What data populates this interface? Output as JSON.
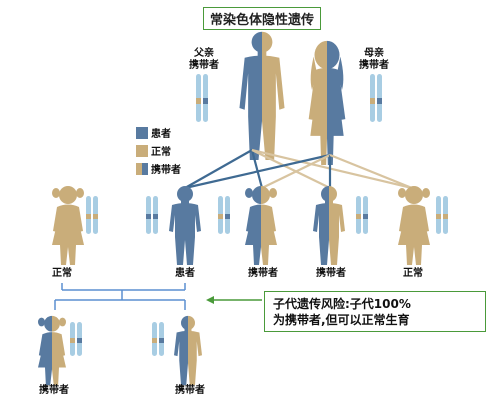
{
  "title": "常染色体隐性遗传",
  "parents": {
    "father": {
      "label_line1": "父亲",
      "label_line2": "携带者"
    },
    "mother": {
      "label_line1": "母亲",
      "label_line2": "携带者"
    }
  },
  "legend": [
    {
      "label": "患者",
      "color": "#587aa0"
    },
    {
      "label": "正常",
      "color": "#c9ad7a"
    },
    {
      "label": "携带者",
      "color": "#c9ad7a|#587aa0"
    }
  ],
  "children": [
    {
      "label": "正常",
      "status": "normal"
    },
    {
      "label": "患者",
      "status": "affected"
    },
    {
      "label": "携带者",
      "status": "carrier"
    },
    {
      "label": "携带者",
      "status": "carrier"
    },
    {
      "label": "正常",
      "status": "normal"
    }
  ],
  "grandchildren": [
    {
      "label": "携带者",
      "status": "carrier"
    },
    {
      "label": "携带者",
      "status": "carrier"
    }
  ],
  "risk_note": {
    "line1": "子代遗传风险:子代100%",
    "line2": "为携带者,但可以正常生育"
  },
  "colors": {
    "affected": "#587aa0",
    "normal": "#c9ad7a",
    "chromosome_light": "#a8cde3",
    "box_border": "#4a9a3a",
    "line_blue": "#5b8fd0",
    "arrow_green": "#4a9a3a"
  }
}
